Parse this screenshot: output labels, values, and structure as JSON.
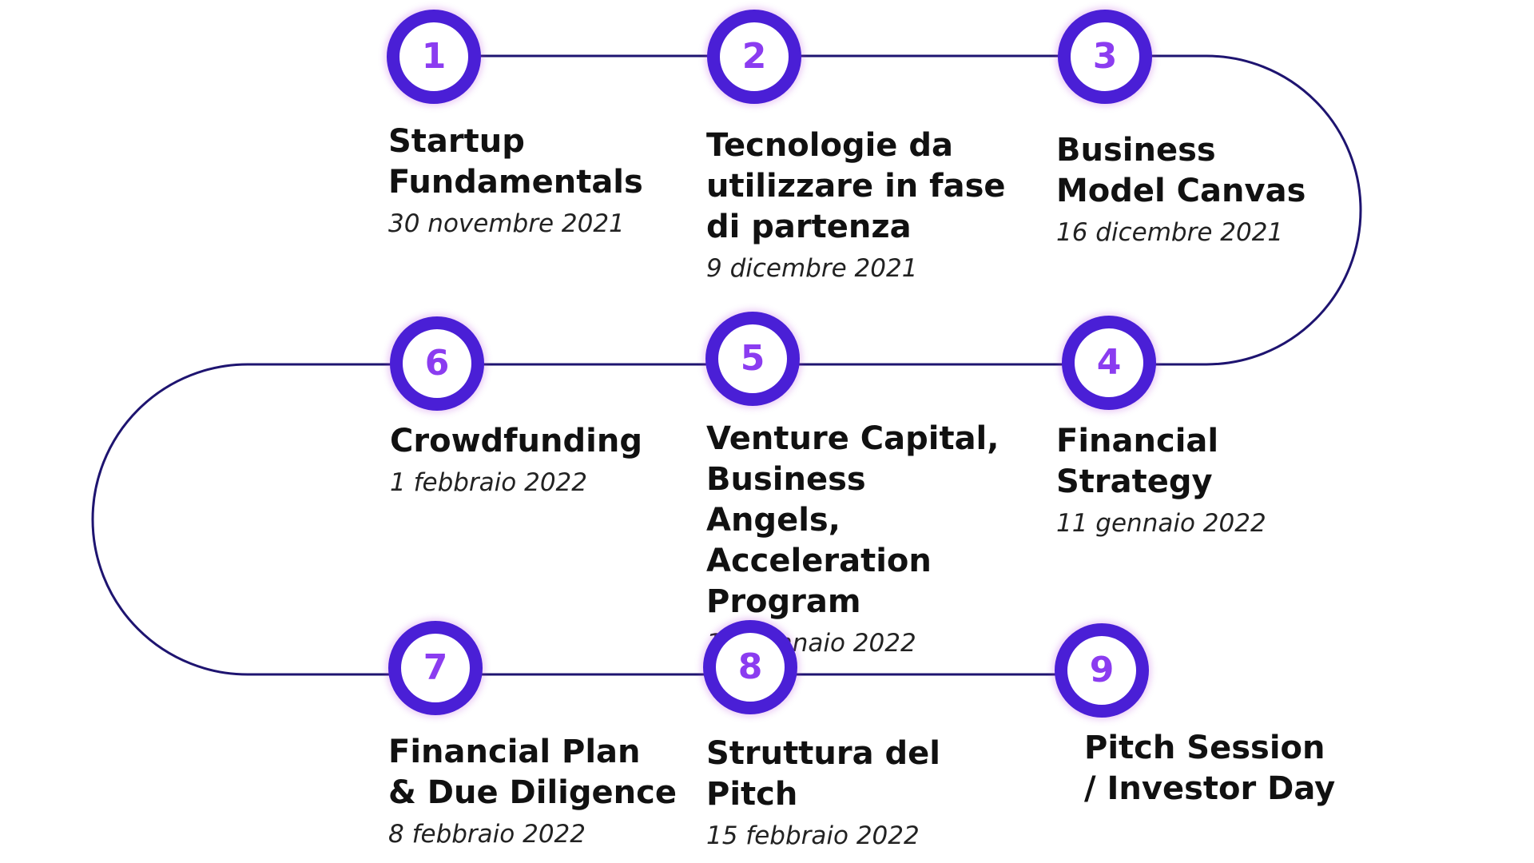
{
  "colors": {
    "path": "#1e1470",
    "node_ring": "#4a1fd6",
    "node_number": "#8b3cf0",
    "title_text": "#111111",
    "date_text": "#222222"
  },
  "steps": [
    {
      "number": "1",
      "title": "Startup\nFundamentals",
      "date": "30 novembre 2021"
    },
    {
      "number": "2",
      "title": "Tecnologie da\nutilizzare in fase\ndi partenza",
      "date": "9 dicembre 2021"
    },
    {
      "number": "3",
      "title": "Business\nModel Canvas",
      "date": "16 dicembre 2021"
    },
    {
      "number": "4",
      "title": "Financial\nStrategy",
      "date": "11 gennaio 2022"
    },
    {
      "number": "5",
      "title": "Venture Capital,\nBusiness Angels,\nAcceleration\nProgram",
      "date": "17 gennaio 2022"
    },
    {
      "number": "6",
      "title": "Crowdfunding",
      "date": "1 febbraio 2022"
    },
    {
      "number": "7",
      "title": "Financial Plan\n& Due Diligence",
      "date": "8 febbraio 2022"
    },
    {
      "number": "8",
      "title": "Struttura del\nPitch",
      "date": "15 febbraio 2022"
    },
    {
      "number": "9",
      "title": "Pitch Session\n/ Investor Day",
      "date": ""
    }
  ]
}
